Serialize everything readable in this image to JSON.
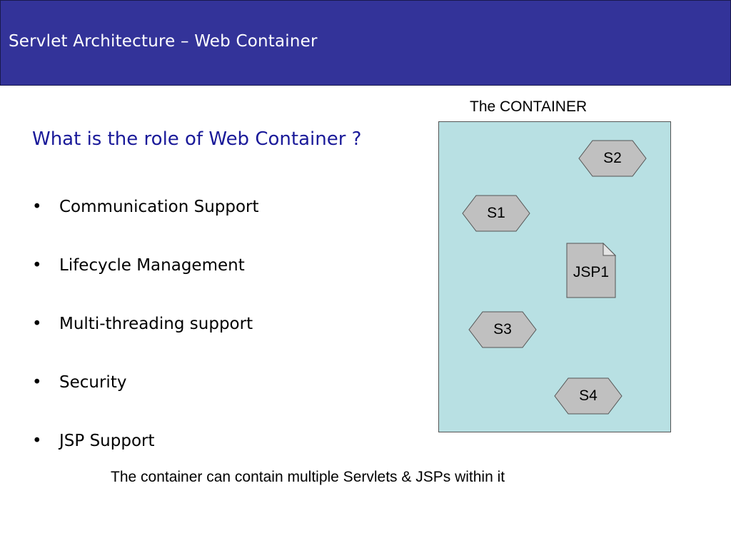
{
  "header": {
    "title": "Servlet Architecture – Web Container",
    "bg_color": "#333399"
  },
  "question": "What is the role of Web Container ?",
  "bullets": [
    "Communication Support",
    "Lifecycle Management",
    "Multi-threading support",
    "Security",
    "JSP Support"
  ],
  "bullet_symbol": "•",
  "diagram": {
    "caption": "The CONTAINER",
    "container_color": "#b8e0e3",
    "node_color": "#c0c0c0",
    "servlets": [
      "S1",
      "S2",
      "S3",
      "S4"
    ],
    "jsp": "JSP1"
  },
  "note": "The container can contain multiple Servlets & JSPs within it"
}
